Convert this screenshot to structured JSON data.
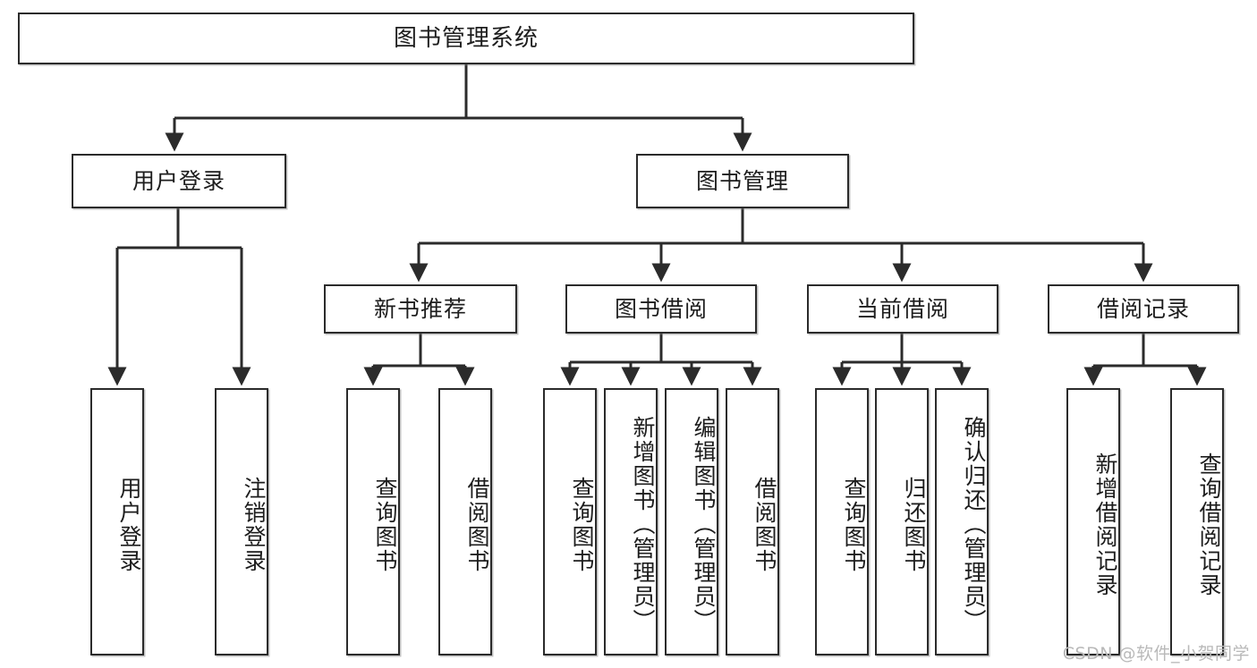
{
  "diagram": {
    "title": "图书管理系统",
    "type": "hierarchy-tree",
    "watermark": "CSDN @软件_小贺同学",
    "colors": {
      "stroke": "#2b2b2b",
      "fill": "#ffffff",
      "text": "#1d1d1d",
      "watermark": "#b9b9b9"
    },
    "levels": [
      {
        "level": 1,
        "nodes": [
          {
            "id": "root",
            "label": "图书管理系统"
          }
        ]
      },
      {
        "level": 2,
        "nodes": [
          {
            "id": "login",
            "label": "用户登录",
            "parent": "root"
          },
          {
            "id": "bookmgmt",
            "label": "图书管理",
            "parent": "root"
          }
        ]
      },
      {
        "level": 3,
        "nodes": [
          {
            "id": "newbook",
            "label": "新书推荐",
            "parent": "bookmgmt"
          },
          {
            "id": "borrow",
            "label": "图书借阅",
            "parent": "bookmgmt"
          },
          {
            "id": "current",
            "label": "当前借阅",
            "parent": "bookmgmt"
          },
          {
            "id": "records",
            "label": "借阅记录",
            "parent": "bookmgmt"
          }
        ]
      },
      {
        "level": 4,
        "nodes": [
          {
            "id": "leaf1",
            "label": "用户登录",
            "parent": "login"
          },
          {
            "id": "leaf2",
            "label": "注销登录",
            "parent": "login"
          },
          {
            "id": "leaf3",
            "label": "查询图书",
            "parent": "newbook"
          },
          {
            "id": "leaf4",
            "label": "借阅图书",
            "parent": "newbook"
          },
          {
            "id": "leaf5",
            "label": "查询图书",
            "parent": "borrow"
          },
          {
            "id": "leaf6",
            "label": "新增图书（管理员）",
            "parent": "borrow"
          },
          {
            "id": "leaf7",
            "label": "编辑图书（管理员）",
            "parent": "borrow"
          },
          {
            "id": "leaf8",
            "label": "借阅图书",
            "parent": "borrow"
          },
          {
            "id": "leaf9",
            "label": "查询图书",
            "parent": "current"
          },
          {
            "id": "leaf10",
            "label": "归还图书",
            "parent": "current"
          },
          {
            "id": "leaf11",
            "label": "确认归还（管理员）",
            "parent": "current"
          },
          {
            "id": "leaf12",
            "label": "新增借阅记录",
            "parent": "records"
          },
          {
            "id": "leaf13",
            "label": "查询借阅记录",
            "parent": "records"
          }
        ]
      }
    ]
  }
}
